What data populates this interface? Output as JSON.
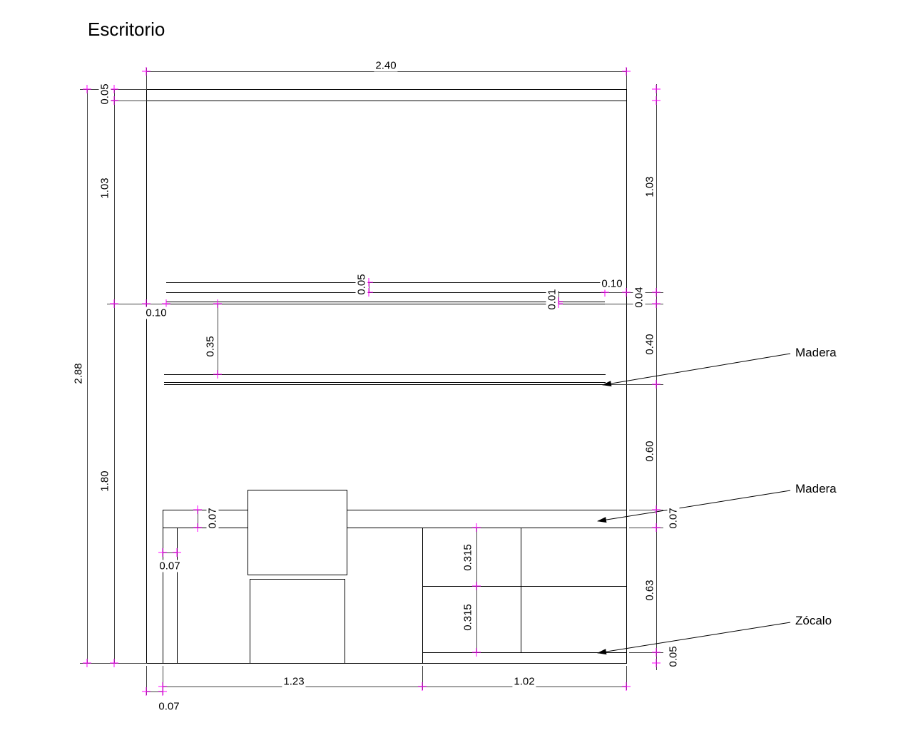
{
  "title": "Escritorio",
  "callouts": {
    "shelf": "Madera",
    "desktop": "Madera",
    "base": "Zócalo"
  },
  "dims": {
    "overall": {
      "width": "2.40",
      "height": "2.88"
    },
    "left_chain": {
      "top_rail": "0.05",
      "upper": "1.03",
      "lower": "1.80"
    },
    "right_chain": {
      "upper": "1.03",
      "shelf_board": "0.04",
      "shelf_gap": "0.40",
      "to_desktop": "0.60",
      "desktop": "0.07",
      "under_desk": "0.63",
      "zocalo": "0.05"
    },
    "shelf1": {
      "inset_left": "0.10",
      "inset_right": "0.10",
      "thickness": "0.05",
      "edge": "0.01"
    },
    "spacing": {
      "shelf_to_shelf": "0.35"
    },
    "desk": {
      "top_thickness": "0.07",
      "panel_thickness": "0.07",
      "knee_width": "1.23",
      "drawer_width": "1.02",
      "side_offset": "0.07"
    },
    "drawers": {
      "front_top": "0.315",
      "front_bottom": "0.315"
    }
  },
  "colors": {
    "line": "#000000",
    "dim_line": "#404040",
    "tick": "#ff00ff",
    "background": "#ffffff"
  }
}
